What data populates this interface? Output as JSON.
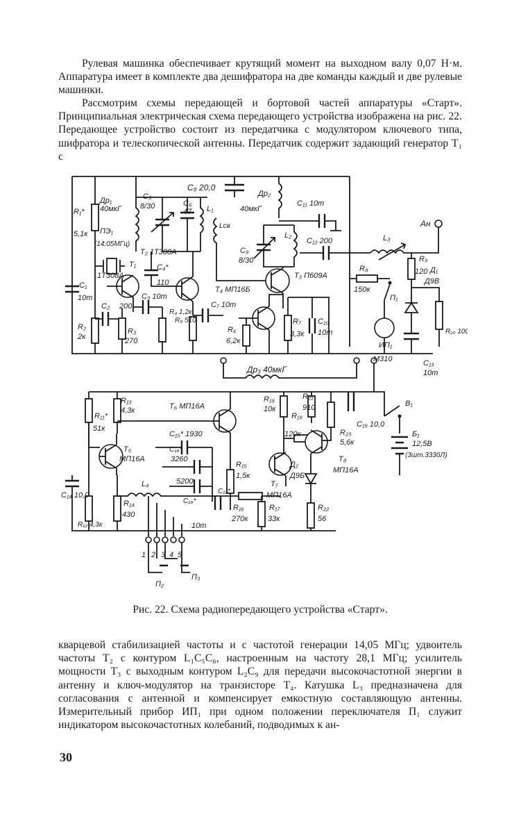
{
  "text": {
    "paragraph_1": "Рулевая машинка обеспечивает крутящий момент на выходном валу 0,07 Н·м. Аппаратура имеет в комплекте два дешифратора на две команды каждый и две рулевые машинки.",
    "paragraph_2": "Рассмотрим схемы передающей и бортовой частей аппаратуры «Старт». Принципиальная электрическая схема передающего устройства изображена на рис. 22. Передающее устройство состоит из передатчика с модулятором ключевого типа, шифратора и телескопической антенны. Передатчик содержит задающий генератор T₁ с",
    "caption": "Рис. 22. Схема радиопередающего устройства «Старт».",
    "paragraph_3": "кварцевой стабилизацией частоты и с частотой генерации 14,05 МГц; удвоитель частоты T₂ с контуром L₁C₅C₆, настроенным на частоту 28,1 МГц; усилитель мощности T₃ с выходным контуром L₂C₉ для передачи высокочастотной энергии в антенну и ключ-модулятор на транзисторе T₄. Катушка L₃ предназначена для согласования с антенной и компенсирует емкостную составляющую антенны. Измерительный прибор ИП₁ при одном положении переключателя П₁ служит индикатором высокочастотных колебаний, подводимых к ан-",
    "page_number": "30"
  },
  "schematic": {
    "labels": {
      "dr1": "Др₁",
      "dr1_val": "40мкГ",
      "c5": "C₅",
      "c5_val": "8/30",
      "c8": "C₈ 20,0",
      "dr2": "Др₂",
      "dr2_val": "40мкГ",
      "c11": "C₁₁ 10т",
      "ant": "Ан",
      "r1": "R₁*",
      "r1_val": "5,1к",
      "pe1": "ПЭ₁",
      "pe1_val": "(14,05МГц)",
      "c6": "C₆",
      "c6_val": "47",
      "l1": "L₁",
      "c56": "Lсв",
      "l2": "L₂",
      "c12": "C₁₂ 200",
      "l3": "L₃",
      "c9": "C₉",
      "c9_val": "8/30",
      "t1": "T₁",
      "t1_type": "1T308A",
      "t2": "T₂ 1T308A",
      "t3": "T₃ П609А",
      "c4": "C₄*",
      "c4_val": "110",
      "r8": "R₈",
      "r8_val": "150к",
      "r9": "R₉",
      "r9_val": "120",
      "d1": "Д₁",
      "d1_type": "Д9В",
      "c1": "C₁",
      "c1_val": "10т",
      "c3": "C₃ 10т",
      "t4": "T₄ МП16Б",
      "c7": "C₇ 10т",
      "p1": "П₁",
      "c2": "C₂",
      "c2_val": "200",
      "r2": "R₂",
      "r2_val": "2к",
      "r3": "R₃",
      "r3_val": "270",
      "r4": "R₄ 1,2к",
      "r5": "R₅ 510",
      "r6": "R₆",
      "r6_val": "6,2к",
      "r7": "R₇",
      "r7_val": "3,3к",
      "c10": "C₁₀",
      "c10_val": "10т",
      "r10": "R₁₀ 100",
      "ip1": "ИП₁",
      "ip1_type": "М310",
      "c13": "C₁₃",
      "c13_val": "10т",
      "dr3": "Др₃ 40мкГ",
      "r13": "R₁₃",
      "r13_val": "4,3к",
      "t6": "T₆ МП16А",
      "r18": "R₁₈",
      "r18_val": "10к",
      "r21": "R₂₁",
      "r21_val": "910",
      "c19": "C₁₉ 10,0",
      "b1": "B₁",
      "r11": "R₁₁*",
      "r11_val": "51к",
      "r19": "R₁₉",
      "r19_val": "120к",
      "c15": "C₁₅* 1930",
      "r23": "R₂₃",
      "r23_val": "5,6к",
      "bat": "Б₁",
      "bat_val": "12,5В",
      "bat_note": "(3шт.333бЛ)",
      "t5": "T₅",
      "t5_type": "МП16А",
      "c16": "C₁₆*",
      "c16_val": "3260",
      "r15": "R₁₅",
      "r15_val": "1,5к",
      "d2": "Д₂",
      "d2_type": "Д9Б",
      "t8": "T₈",
      "t8_type": "МП16А",
      "c14": "C₁₄ 10,0",
      "l4": "L₄",
      "c18_val": "5200",
      "c17": "C₁₇*",
      "t7": "T₇",
      "t7_type": "МП16А",
      "r12": "R₁₂ 4,3к",
      "r14": "R₁₄",
      "r14_val": "430",
      "c18": "C₁₈*",
      "r16": "R₁₆",
      "r16_val": "270к",
      "r17": "R₁₇",
      "r17_val": "33к",
      "r22": "R₂₂",
      "r22_val": "56",
      "c19b_val": "10т",
      "pins": [
        "1",
        "2",
        "3",
        "4",
        "5"
      ],
      "p2": "П₂",
      "p3": "П₃"
    }
  }
}
